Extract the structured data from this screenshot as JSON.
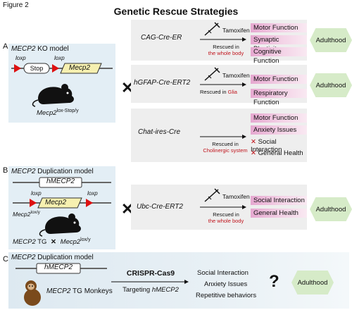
{
  "figure_label": "Figure 2",
  "title": "Genetic Rescue Strategies",
  "panels": {
    "a": {
      "letter": "A",
      "model_title_gene": "MECP2",
      "model_title_rest": " KO model",
      "loxp_left": "loxp",
      "loxp_right": "loxp",
      "stop_label": "Stop",
      "gene_label": "Mecp2",
      "mouse_genotype_main": "Mecp2",
      "mouse_genotype_sup": "lox-Stop/y",
      "strategies": [
        {
          "cre": "CAG-Cre-ER",
          "drug": "Tamoxifen",
          "rescued_prefix": "Rescued in",
          "rescued_target": "the whole body",
          "outcomes": [
            "Motor Function",
            "Synaptic Plasticity",
            "Cognitive Function"
          ],
          "stage": "Adulthood"
        },
        {
          "cre": "hGFAP-Cre-ERT2",
          "drug": "Tamoxifen",
          "rescued_prefix": "Rescued in",
          "rescued_target": "Glia",
          "outcomes": [
            "Motor Function",
            "Respiratory Function"
          ],
          "stage": "Adulthood"
        },
        {
          "cre": "Chat-ires-Cre",
          "rescued_prefix": "Rescued in",
          "rescued_target": "Cholinergic system",
          "outcomes": [
            "Motor Function",
            "Anxiety Issues"
          ],
          "failed": [
            "Social Interaction",
            "General Health"
          ]
        }
      ]
    },
    "b": {
      "letter": "B",
      "model_title_gene": "MECP2",
      "model_title_rest": " Duplication model",
      "transgene_label": "hMECP2",
      "loxp_left": "loxp",
      "loxp_right": "loxp",
      "gene_label": "Mecp2",
      "allele_main": "Mecp2",
      "allele_sup": "lox/y",
      "cross_left_gene": "MECP2",
      "cross_left_rest": " TG",
      "cross_right_main": "Mecp2",
      "cross_right_sup": "lox/y",
      "strategy": {
        "cre": "Ubc-Cre-ERT2",
        "drug": "Tamoxifen",
        "rescued_prefix": "Rescued in",
        "rescued_target": "the whole body",
        "outcomes": [
          "Social Interaction",
          "General Health"
        ],
        "stage": "Adulthood"
      }
    },
    "c": {
      "letter": "C",
      "model_title_gene": "MECP2",
      "model_title_rest": " Duplication model",
      "transgene_label": "hMECP2",
      "monkey_gene": "MECP2",
      "monkey_rest": " TG Monkeys",
      "method": "CRISPR-Cas9",
      "targeting_prefix": "Targeting ",
      "targeting_gene": "hMECP2",
      "outcomes": [
        "Social Interaction",
        "Anxiety Issues",
        "Repetitive behaviors"
      ],
      "unknown": "?",
      "stage": "Adulthood"
    }
  },
  "symbols": {
    "cross": "✕",
    "fail_mark": "✕"
  },
  "colors": {
    "model_bg": "#e3eef5",
    "strategy_bg": "#eeeeee",
    "highlight": "#e6a8d0",
    "stage_bg": "#d6ebc8",
    "accent_red": "#c0141c"
  }
}
